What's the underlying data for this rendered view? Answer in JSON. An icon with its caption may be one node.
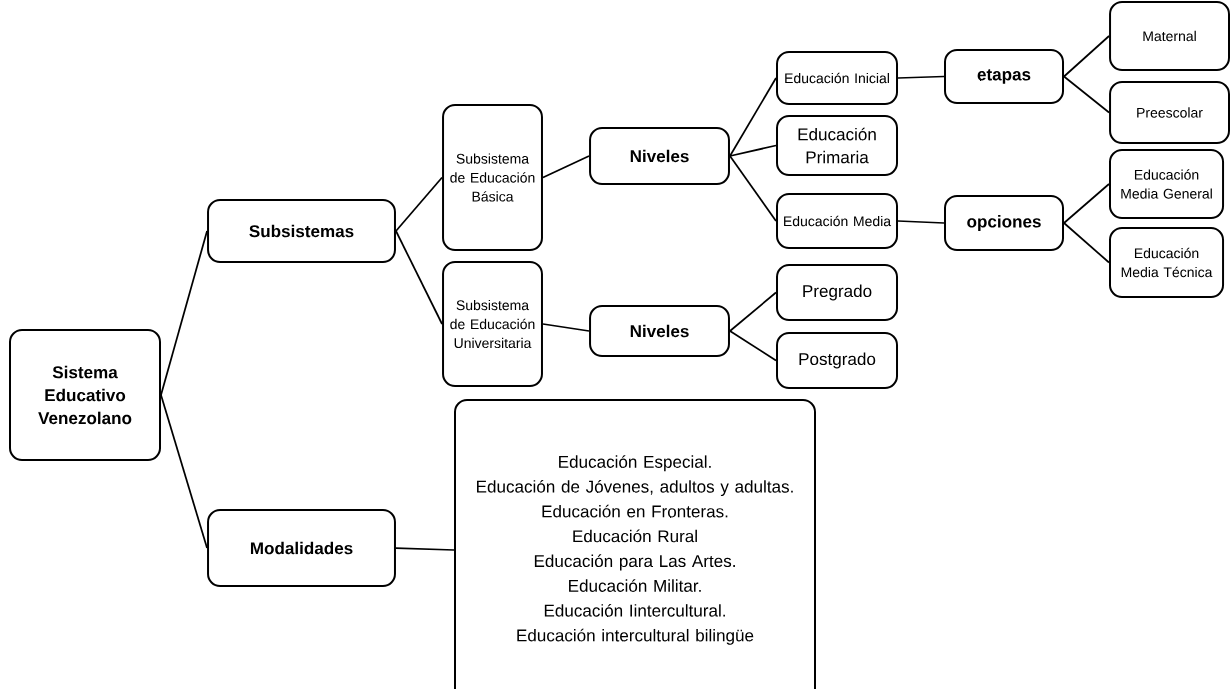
{
  "diagram": {
    "nodes": [
      {
        "text": [
          "Sistema Educativo Venezolano"
        ]
      },
      {
        "text": [
          "Subsistemas"
        ]
      },
      {
        "text": [
          "Modalidades"
        ]
      },
      {
        "text": [
          "Subsistema de Educación Básica"
        ]
      },
      {
        "text": [
          "Subsistema de Educación Universitaria"
        ]
      },
      {
        "text": [
          "Niveles"
        ]
      },
      {
        "text": [
          "Niveles"
        ]
      },
      {
        "text": [
          "Educación Inicial"
        ]
      },
      {
        "text": [
          "Educación Primaria"
        ]
      },
      {
        "text": [
          "Educación Media"
        ]
      },
      {
        "text": [
          "Pregrado"
        ]
      },
      {
        "text": [
          "Postgrado"
        ]
      },
      {
        "text": [
          "etapas"
        ]
      },
      {
        "text": [
          "opciones"
        ]
      },
      {
        "text": [
          "Maternal"
        ]
      },
      {
        "text": [
          "Preescolar"
        ]
      },
      {
        "text": [
          "Educación Media General"
        ]
      },
      {
        "text": [
          "Educación Media Técnica"
        ]
      },
      {
        "text": [
          "Educación Especial.",
          "Educación de Jóvenes, adultos y adultas.",
          "Educación en Fronteras.",
          "Educación Rural",
          "Educación para Las Artes.",
          "Educación Militar.",
          "Educación Iintercultural.",
          "Educación intercultural bilingüe"
        ]
      }
    ],
    "edges": [
      {
        "from": 0,
        "to": 1,
        "arrow": "none"
      },
      {
        "from": 0,
        "to": 2,
        "arrow": "none"
      },
      {
        "from": 1,
        "to": 3,
        "arrow": "none"
      },
      {
        "from": 1,
        "to": 4,
        "arrow": "none"
      },
      {
        "from": 3,
        "to": 5,
        "arrow": "none"
      },
      {
        "from": 4,
        "to": 6,
        "arrow": "none"
      },
      {
        "from": 5,
        "to": 7,
        "arrow": "none"
      },
      {
        "from": 5,
        "to": 8,
        "arrow": "none"
      },
      {
        "from": 5,
        "to": 9,
        "arrow": "none"
      },
      {
        "from": 6,
        "to": 10,
        "arrow": "none"
      },
      {
        "from": 6,
        "to": 11,
        "arrow": "none"
      },
      {
        "from": 7,
        "to": 12,
        "arrow": "none"
      },
      {
        "from": 9,
        "to": 13,
        "arrow": "none"
      },
      {
        "from": 12,
        "to": 14,
        "arrow": "none"
      },
      {
        "from": 12,
        "to": 15,
        "arrow": "none"
      },
      {
        "from": 13,
        "to": 16,
        "arrow": "none"
      },
      {
        "from": 13,
        "to": 17,
        "arrow": "none"
      },
      {
        "from": 2,
        "to": 18,
        "arrow": "none"
      }
    ]
  }
}
